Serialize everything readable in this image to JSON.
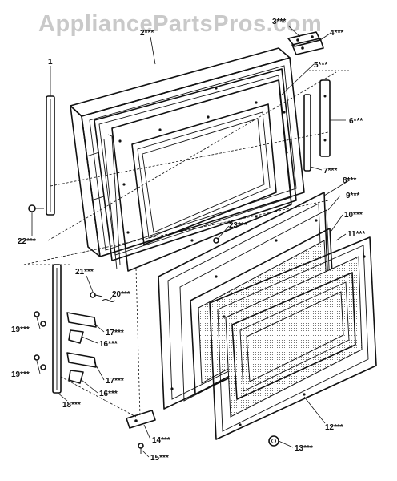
{
  "watermark": "AppliancePartsPros.com",
  "labels": {
    "l1": "1",
    "l2": "2***",
    "l3": "3***",
    "l4": "4***",
    "l5": "5***",
    "l6": "6***",
    "l7": "7***",
    "l8": "8***",
    "l9": "9***",
    "l10": "10***",
    "l11": "11***",
    "l12": "12***",
    "l13": "13***",
    "l14": "14***",
    "l15": "15***",
    "l16a": "16***",
    "l16b": "16***",
    "l17a": "17***",
    "l17b": "17***",
    "l18": "18***",
    "l19a": "19***",
    "l19b": "19***",
    "l20": "20***",
    "l21": "21***",
    "l22": "22***",
    "l23": "23***"
  }
}
